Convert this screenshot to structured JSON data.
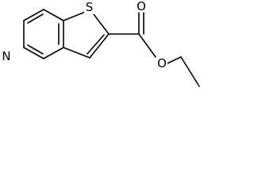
{
  "molecule": {
    "atoms": {
      "sulfur": "S",
      "nitrogen": "N",
      "carbonyl_oxygen": "O",
      "ester_oxygen": "O"
    },
    "colors": {
      "bond": "#000000",
      "background": "#ffffff"
    }
  }
}
